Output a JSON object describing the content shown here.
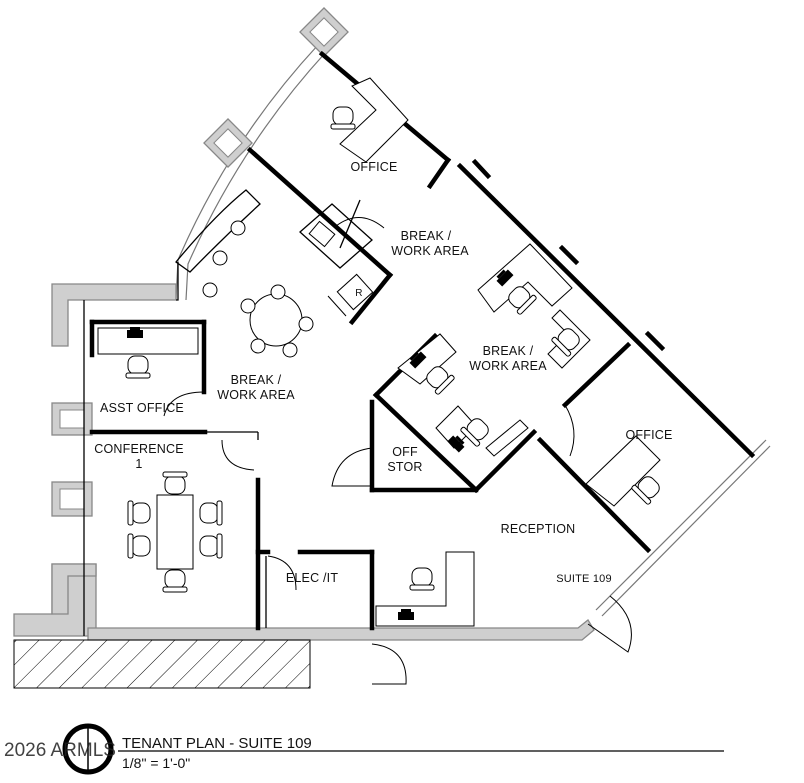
{
  "rooms": {
    "office_top": "OFFICE",
    "break_upper": [
      "BREAK /",
      "WORK AREA"
    ],
    "break_left": [
      "BREAK /",
      "WORK AREA"
    ],
    "break_right": [
      "BREAK /",
      "WORK AREA"
    ],
    "asst_office": "ASST OFFICE",
    "conference": [
      "CONFERENCE",
      "1"
    ],
    "off_stor": [
      "OFF",
      "STOR"
    ],
    "office_right": "OFFICE",
    "reception": "RECEPTION",
    "suite": "SUITE 109",
    "elec_it": "ELEC /IT",
    "refrigerator": "R"
  },
  "title_block": {
    "title": "TENANT PLAN - SUITE 109",
    "scale": "1/8\" = 1'-0\""
  },
  "watermark": {
    "text": "2026 ARMLS"
  }
}
